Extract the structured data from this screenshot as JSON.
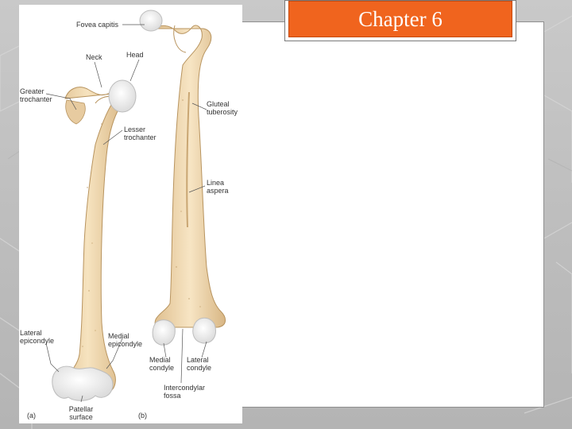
{
  "slide": {
    "title": "Chapter 6",
    "accent_color": "#f0641e",
    "background_color": "#c4c4c4"
  },
  "figure": {
    "bone_color": "#f3dcb4",
    "cartilage_color": "#f4f4f4",
    "panel_a_letter": "(a)",
    "panel_b_letter": "(b)",
    "labels": {
      "fovea_capitis": "Fovea capitis",
      "neck": "Neck",
      "head": "Head",
      "greater_trochanter": [
        "Greater",
        "trochanter"
      ],
      "lesser_trochanter": [
        "Lesser",
        "trochanter"
      ],
      "gluteal_tuberosity": [
        "Gluteal",
        "tuberosity"
      ],
      "linea_aspera": [
        "Linea",
        "aspera"
      ],
      "lateral_epicondyle": [
        "Lateral",
        "epicondyle"
      ],
      "medial_epicondyle": [
        "Medial",
        "epicondyle"
      ],
      "medial_condyle": [
        "Medial",
        "condyle"
      ],
      "lateral_condyle": [
        "Lateral",
        "condyle"
      ],
      "intercondylar_fossa": [
        "Intercondylar",
        "fossa"
      ],
      "patellar_surface": [
        "Patellar",
        "surface"
      ]
    }
  }
}
